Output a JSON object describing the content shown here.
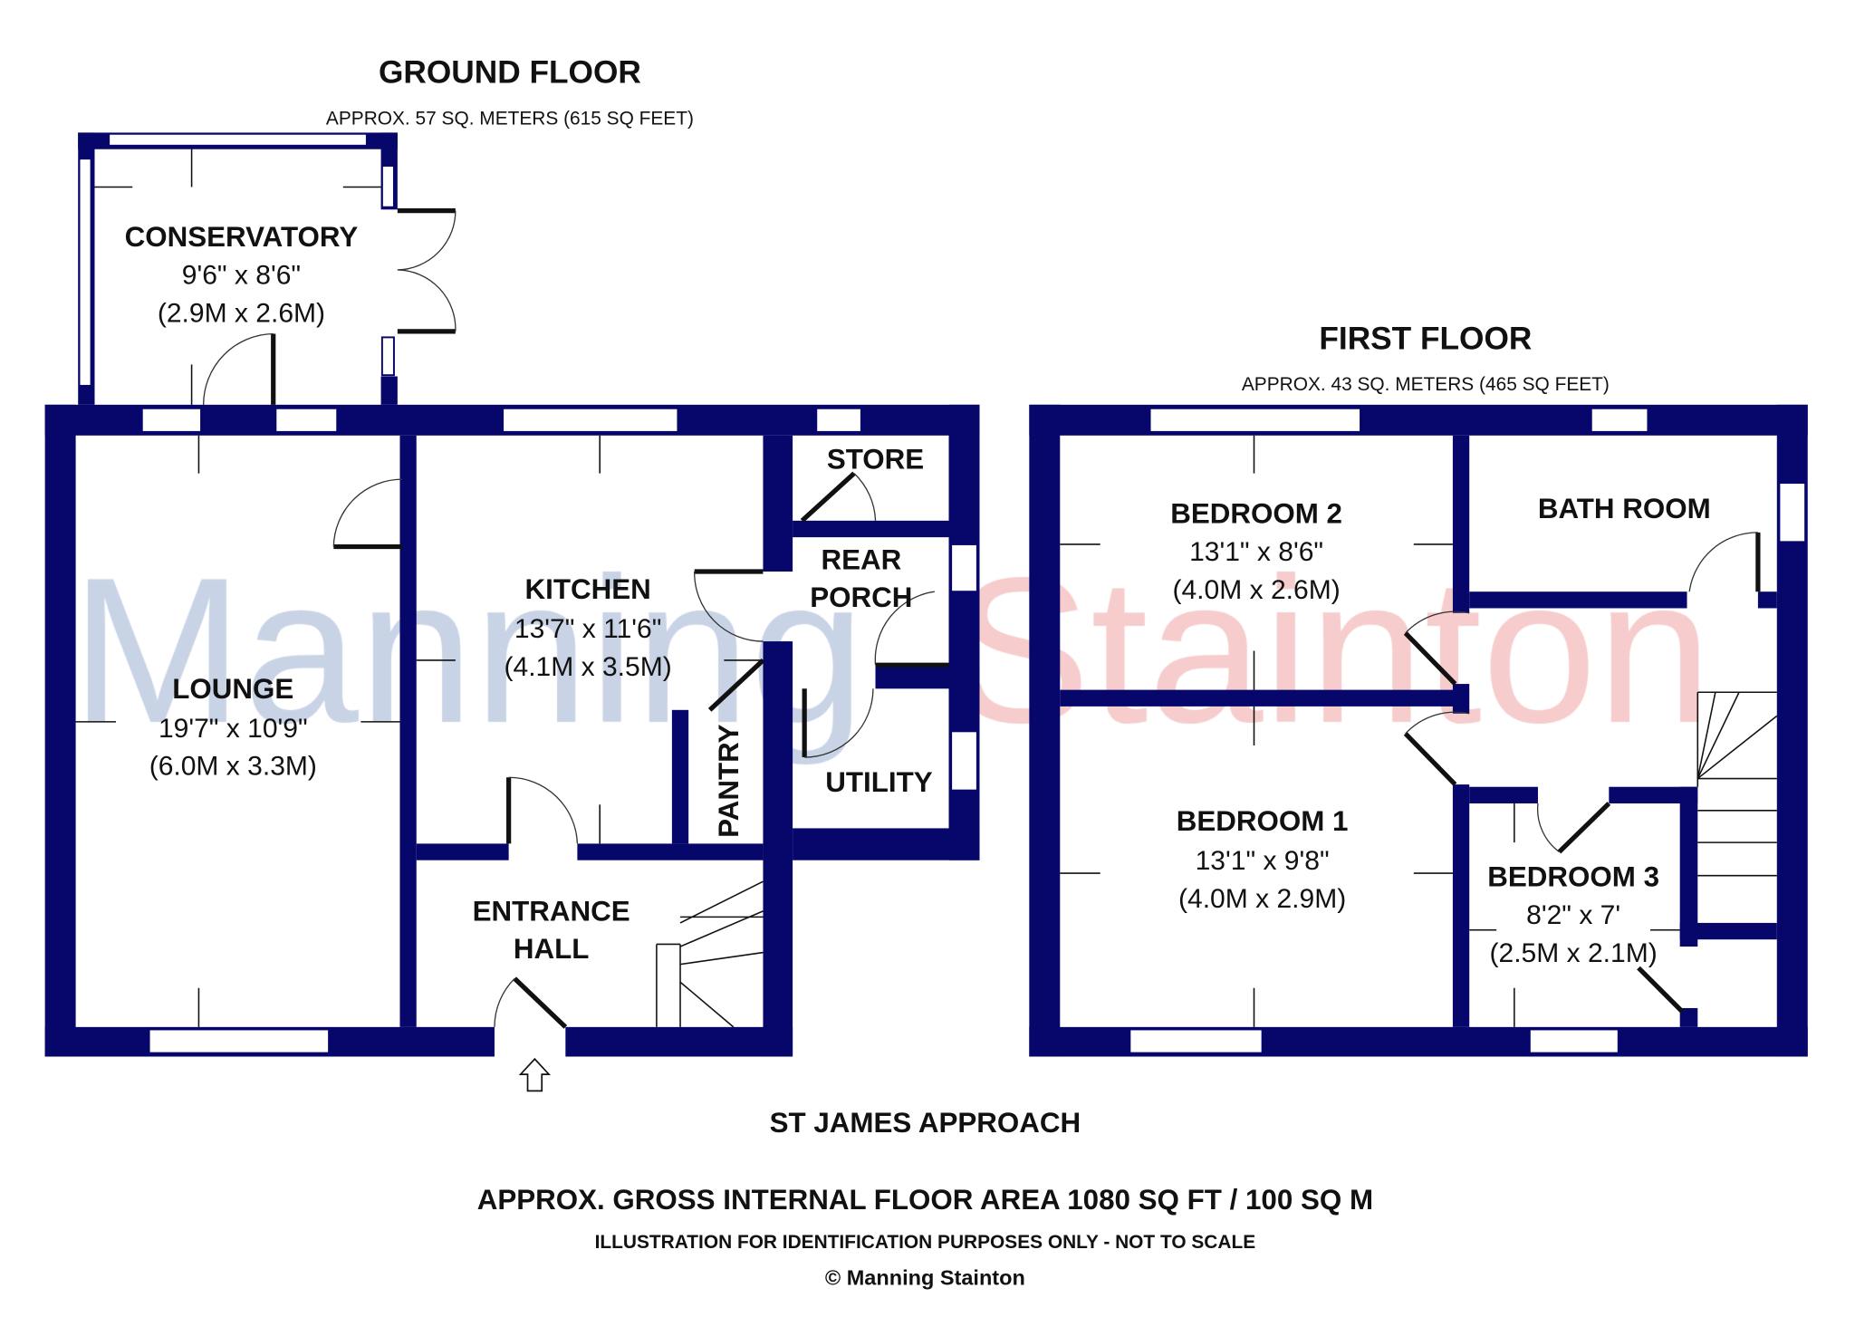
{
  "ground_floor": {
    "title": "GROUND FLOOR",
    "area": "APPROX. 57 SQ. METERS (615 SQ FEET)",
    "rooms": [
      {
        "name": "CONSERVATORY",
        "imperial": "9'6\" x 8'6\"",
        "metric": "(2.9M x 2.6M)"
      },
      {
        "name": "KITCHEN",
        "imperial": "13'7\" x 11'6\"",
        "metric": "(4.1M x 3.5M)"
      },
      {
        "name": "LOUNGE",
        "imperial": "19'7\" x 10'9\"",
        "metric": "(6.0M x 3.3M)"
      },
      {
        "name": "STORE"
      },
      {
        "name": "REAR",
        "name2": "PORCH"
      },
      {
        "name": "UTILITY"
      },
      {
        "name": "PANTRY"
      },
      {
        "name": "ENTRANCE",
        "name2": "HALL"
      }
    ]
  },
  "first_floor": {
    "title": "FIRST FLOOR",
    "area": "APPROX. 43 SQ. METERS (465 SQ FEET)",
    "rooms": [
      {
        "name": "BEDROOM 2",
        "imperial": "13'1\" x 8'6\"",
        "metric": "(4.0M x 2.6M)"
      },
      {
        "name": "BATH ROOM"
      },
      {
        "name": "BEDROOM 1",
        "imperial": "13'1\" x 9'8\"",
        "metric": "(4.0M x 2.9M)"
      },
      {
        "name": "BEDROOM 3",
        "imperial": "8'2\" x 7'",
        "metric": "(2.5M x 2.1M)"
      }
    ]
  },
  "street": "ST JAMES APPROACH",
  "footer": {
    "gross_area": "APPROX. GROSS INTERNAL FLOOR AREA 1080 SQ FT / 100 SQ M",
    "disclaimer": "ILLUSTRATION FOR IDENTIFICATION PURPOSES ONLY - NOT TO SCALE",
    "copyright": "© Manning Stainton"
  },
  "watermark": {
    "part1": "Manning",
    "part2": "Stainton"
  },
  "colors": {
    "wall": "#07076b",
    "watermark1": "#c9d3e6",
    "watermark2": "#f6cccc"
  }
}
